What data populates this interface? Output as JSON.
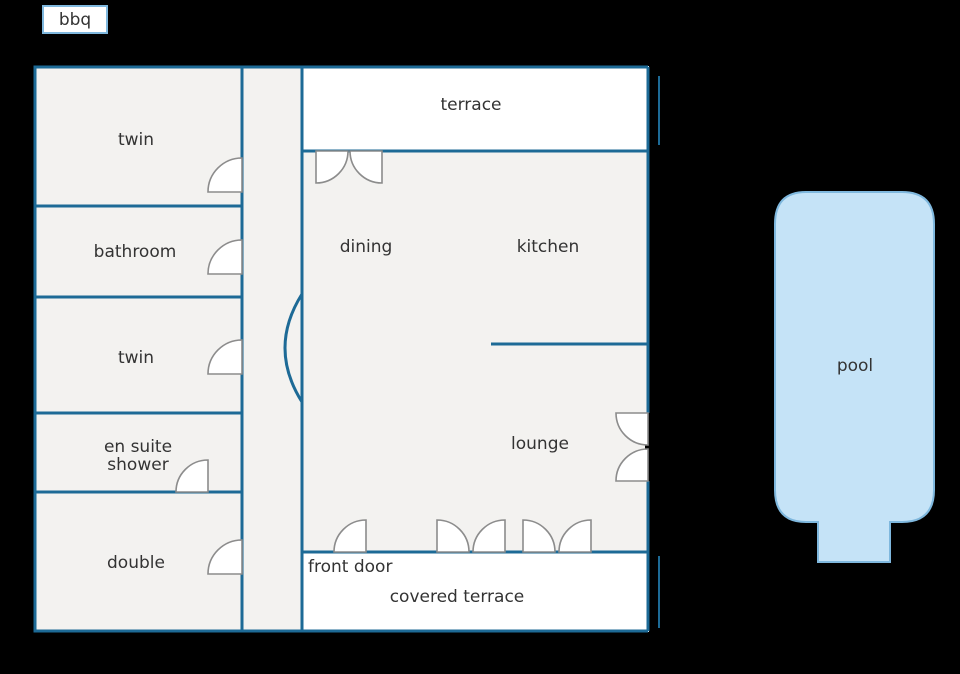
{
  "colors": {
    "background": "#000000",
    "floor": "#f3f2f0",
    "outdoor": "#ffffff",
    "wall": "#1d6a96",
    "door": "#8c8c8c",
    "pool_fill": "#c5e3f7",
    "pool_stroke": "#7fb8de",
    "text": "#333333"
  },
  "labels": {
    "bbq": "bbq",
    "terrace": "terrace",
    "twin_top": "twin",
    "bathroom": "bathroom",
    "twin_middle": "twin",
    "en_suite_line1": "en suite",
    "en_suite_line2": "shower",
    "double": "double",
    "dining": "dining",
    "kitchen": "kitchen",
    "lounge": "lounge",
    "front_door": "front door",
    "covered_terrace": "covered terrace",
    "pool": "pool"
  }
}
